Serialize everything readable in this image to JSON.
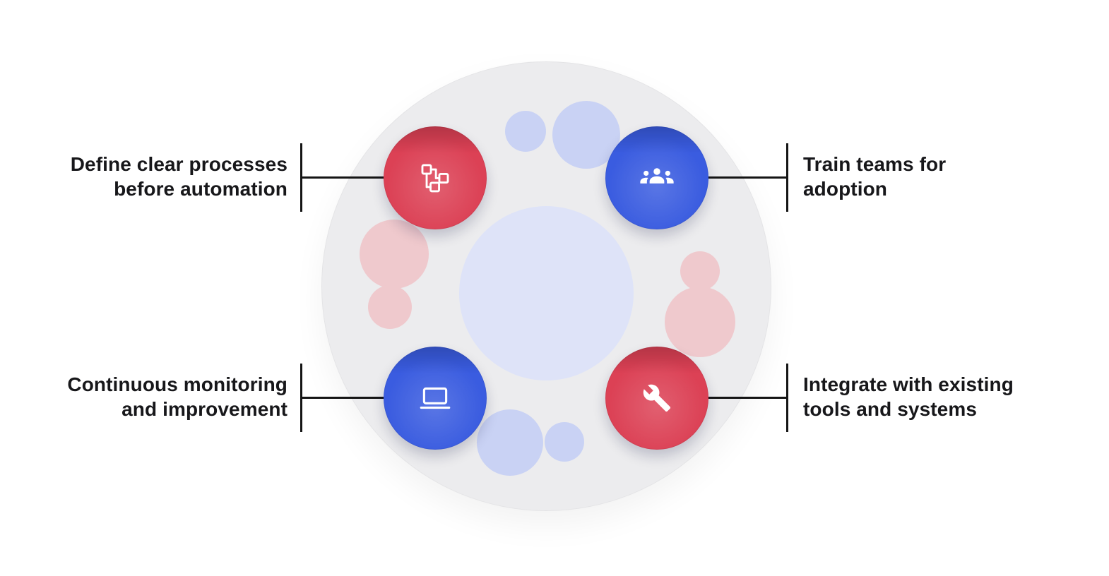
{
  "diagram": {
    "type": "circular-infographic",
    "items": [
      {
        "id": "define-processes",
        "position": "top-left",
        "icon": "flowchart-icon",
        "accent": "red",
        "label_line1": "Define clear processes",
        "label_line2": "before automation"
      },
      {
        "id": "train-teams",
        "position": "top-right",
        "icon": "team-icon",
        "accent": "blue",
        "label_line1": "Train teams for",
        "label_line2": "adoption"
      },
      {
        "id": "continuous-monitoring",
        "position": "bottom-left",
        "icon": "laptop-icon",
        "accent": "blue",
        "label_line1": "Continuous monitoring",
        "label_line2": "and improvement"
      },
      {
        "id": "integrate-tools",
        "position": "bottom-right",
        "icon": "wrench-icon",
        "accent": "red",
        "label_line1": "Integrate with existing",
        "label_line2": "tools and systems"
      }
    ]
  },
  "colors": {
    "node_red": "#dc4155",
    "node_blue": "#3a5ce0",
    "big_circle": "#ececee",
    "center_circle": "#dee3f8",
    "deco_blue": "#c9d2f4",
    "deco_pink": "#efc9cd",
    "connector": "#151515",
    "text": "#17171a"
  }
}
